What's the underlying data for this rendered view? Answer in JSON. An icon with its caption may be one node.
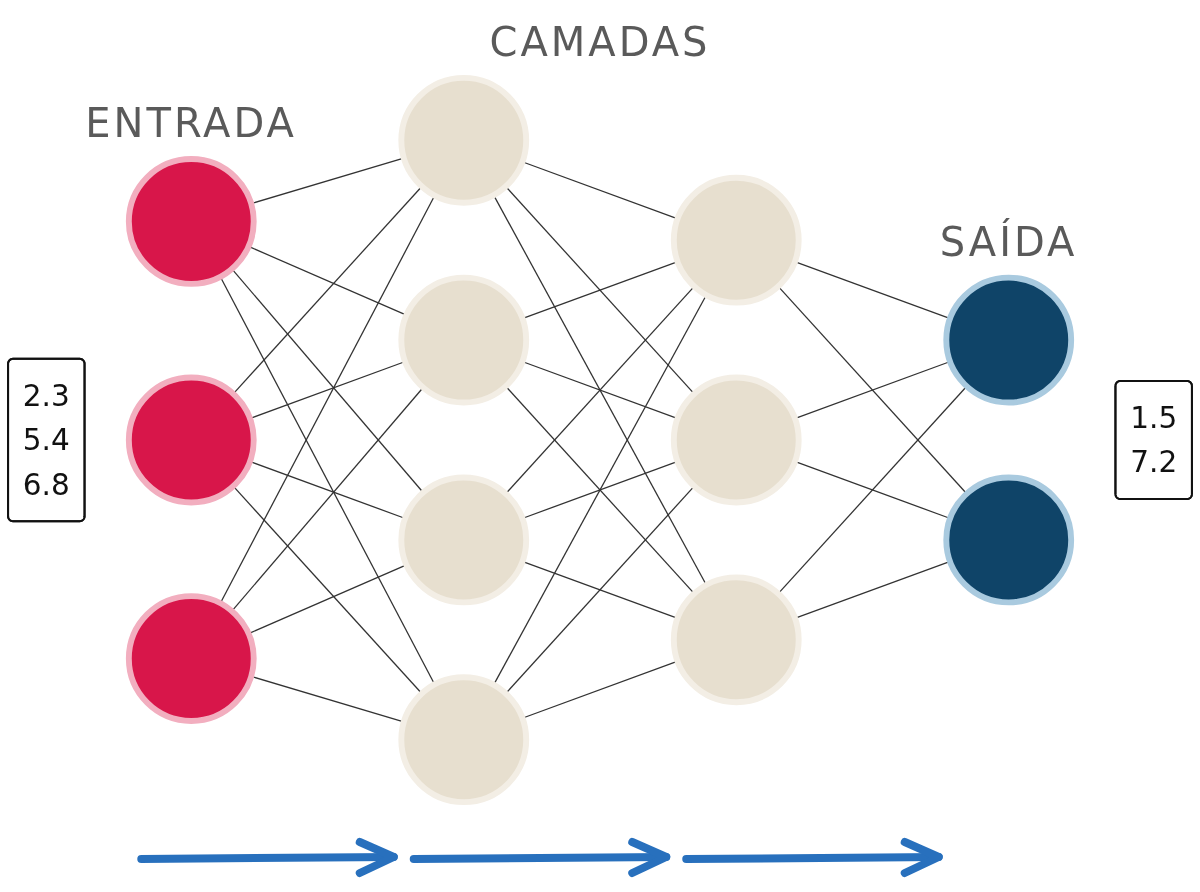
{
  "diagram": {
    "nodes": [
      {
        "text": [
          "2.3",
          "5.4",
          "6.8"
        ]
      },
      {
        "text": [],
        "shape": "circle"
      },
      {
        "text": [],
        "shape": "circle"
      },
      {
        "text": [],
        "shape": "circle"
      },
      {
        "text": [],
        "shape": "circle"
      },
      {
        "text": [],
        "shape": "circle"
      },
      {
        "text": [],
        "shape": "circle"
      },
      {
        "text": [],
        "shape": "circle"
      },
      {
        "text": [],
        "shape": "circle"
      },
      {
        "text": [],
        "shape": "circle"
      },
      {
        "text": [],
        "shape": "circle"
      },
      {
        "text": [],
        "shape": "circle"
      },
      {
        "text": [],
        "shape": "circle"
      },
      {
        "text": [
          "1.5",
          "7.2"
        ]
      }
    ],
    "edges": [
      {
        "from": 1,
        "to": 4,
        "arrow": "none"
      },
      {
        "from": 1,
        "to": 5,
        "arrow": "none"
      },
      {
        "from": 1,
        "to": 6,
        "arrow": "none"
      },
      {
        "from": 1,
        "to": 7,
        "arrow": "none"
      },
      {
        "from": 2,
        "to": 4,
        "arrow": "none"
      },
      {
        "from": 2,
        "to": 5,
        "arrow": "none"
      },
      {
        "from": 2,
        "to": 6,
        "arrow": "none"
      },
      {
        "from": 2,
        "to": 7,
        "arrow": "none"
      },
      {
        "from": 3,
        "to": 4,
        "arrow": "none"
      },
      {
        "from": 3,
        "to": 5,
        "arrow": "none"
      },
      {
        "from": 3,
        "to": 6,
        "arrow": "none"
      },
      {
        "from": 3,
        "to": 7,
        "arrow": "none"
      },
      {
        "from": 4,
        "to": 8,
        "arrow": "none"
      },
      {
        "from": 4,
        "to": 9,
        "arrow": "none"
      },
      {
        "from": 4,
        "to": 10,
        "arrow": "none"
      },
      {
        "from": 5,
        "to": 8,
        "arrow": "none"
      },
      {
        "from": 5,
        "to": 9,
        "arrow": "none"
      },
      {
        "from": 5,
        "to": 10,
        "arrow": "none"
      },
      {
        "from": 6,
        "to": 8,
        "arrow": "none"
      },
      {
        "from": 6,
        "to": 9,
        "arrow": "none"
      },
      {
        "from": 6,
        "to": 10,
        "arrow": "none"
      },
      {
        "from": 7,
        "to": 8,
        "arrow": "none"
      },
      {
        "from": 7,
        "to": 9,
        "arrow": "none"
      },
      {
        "from": 7,
        "to": 10,
        "arrow": "none"
      },
      {
        "from": 8,
        "to": 11,
        "arrow": "none"
      },
      {
        "from": 8,
        "to": 12,
        "arrow": "none"
      },
      {
        "from": 9,
        "to": 11,
        "arrow": "none"
      },
      {
        "from": 9,
        "to": 12,
        "arrow": "none"
      },
      {
        "from": 10,
        "to": 11,
        "arrow": "none"
      },
      {
        "from": 10,
        "to": 12,
        "arrow": "none"
      }
    ],
    "labels": [
      "ENTRADA",
      "CAMADAS",
      "SAÍDA"
    ]
  }
}
